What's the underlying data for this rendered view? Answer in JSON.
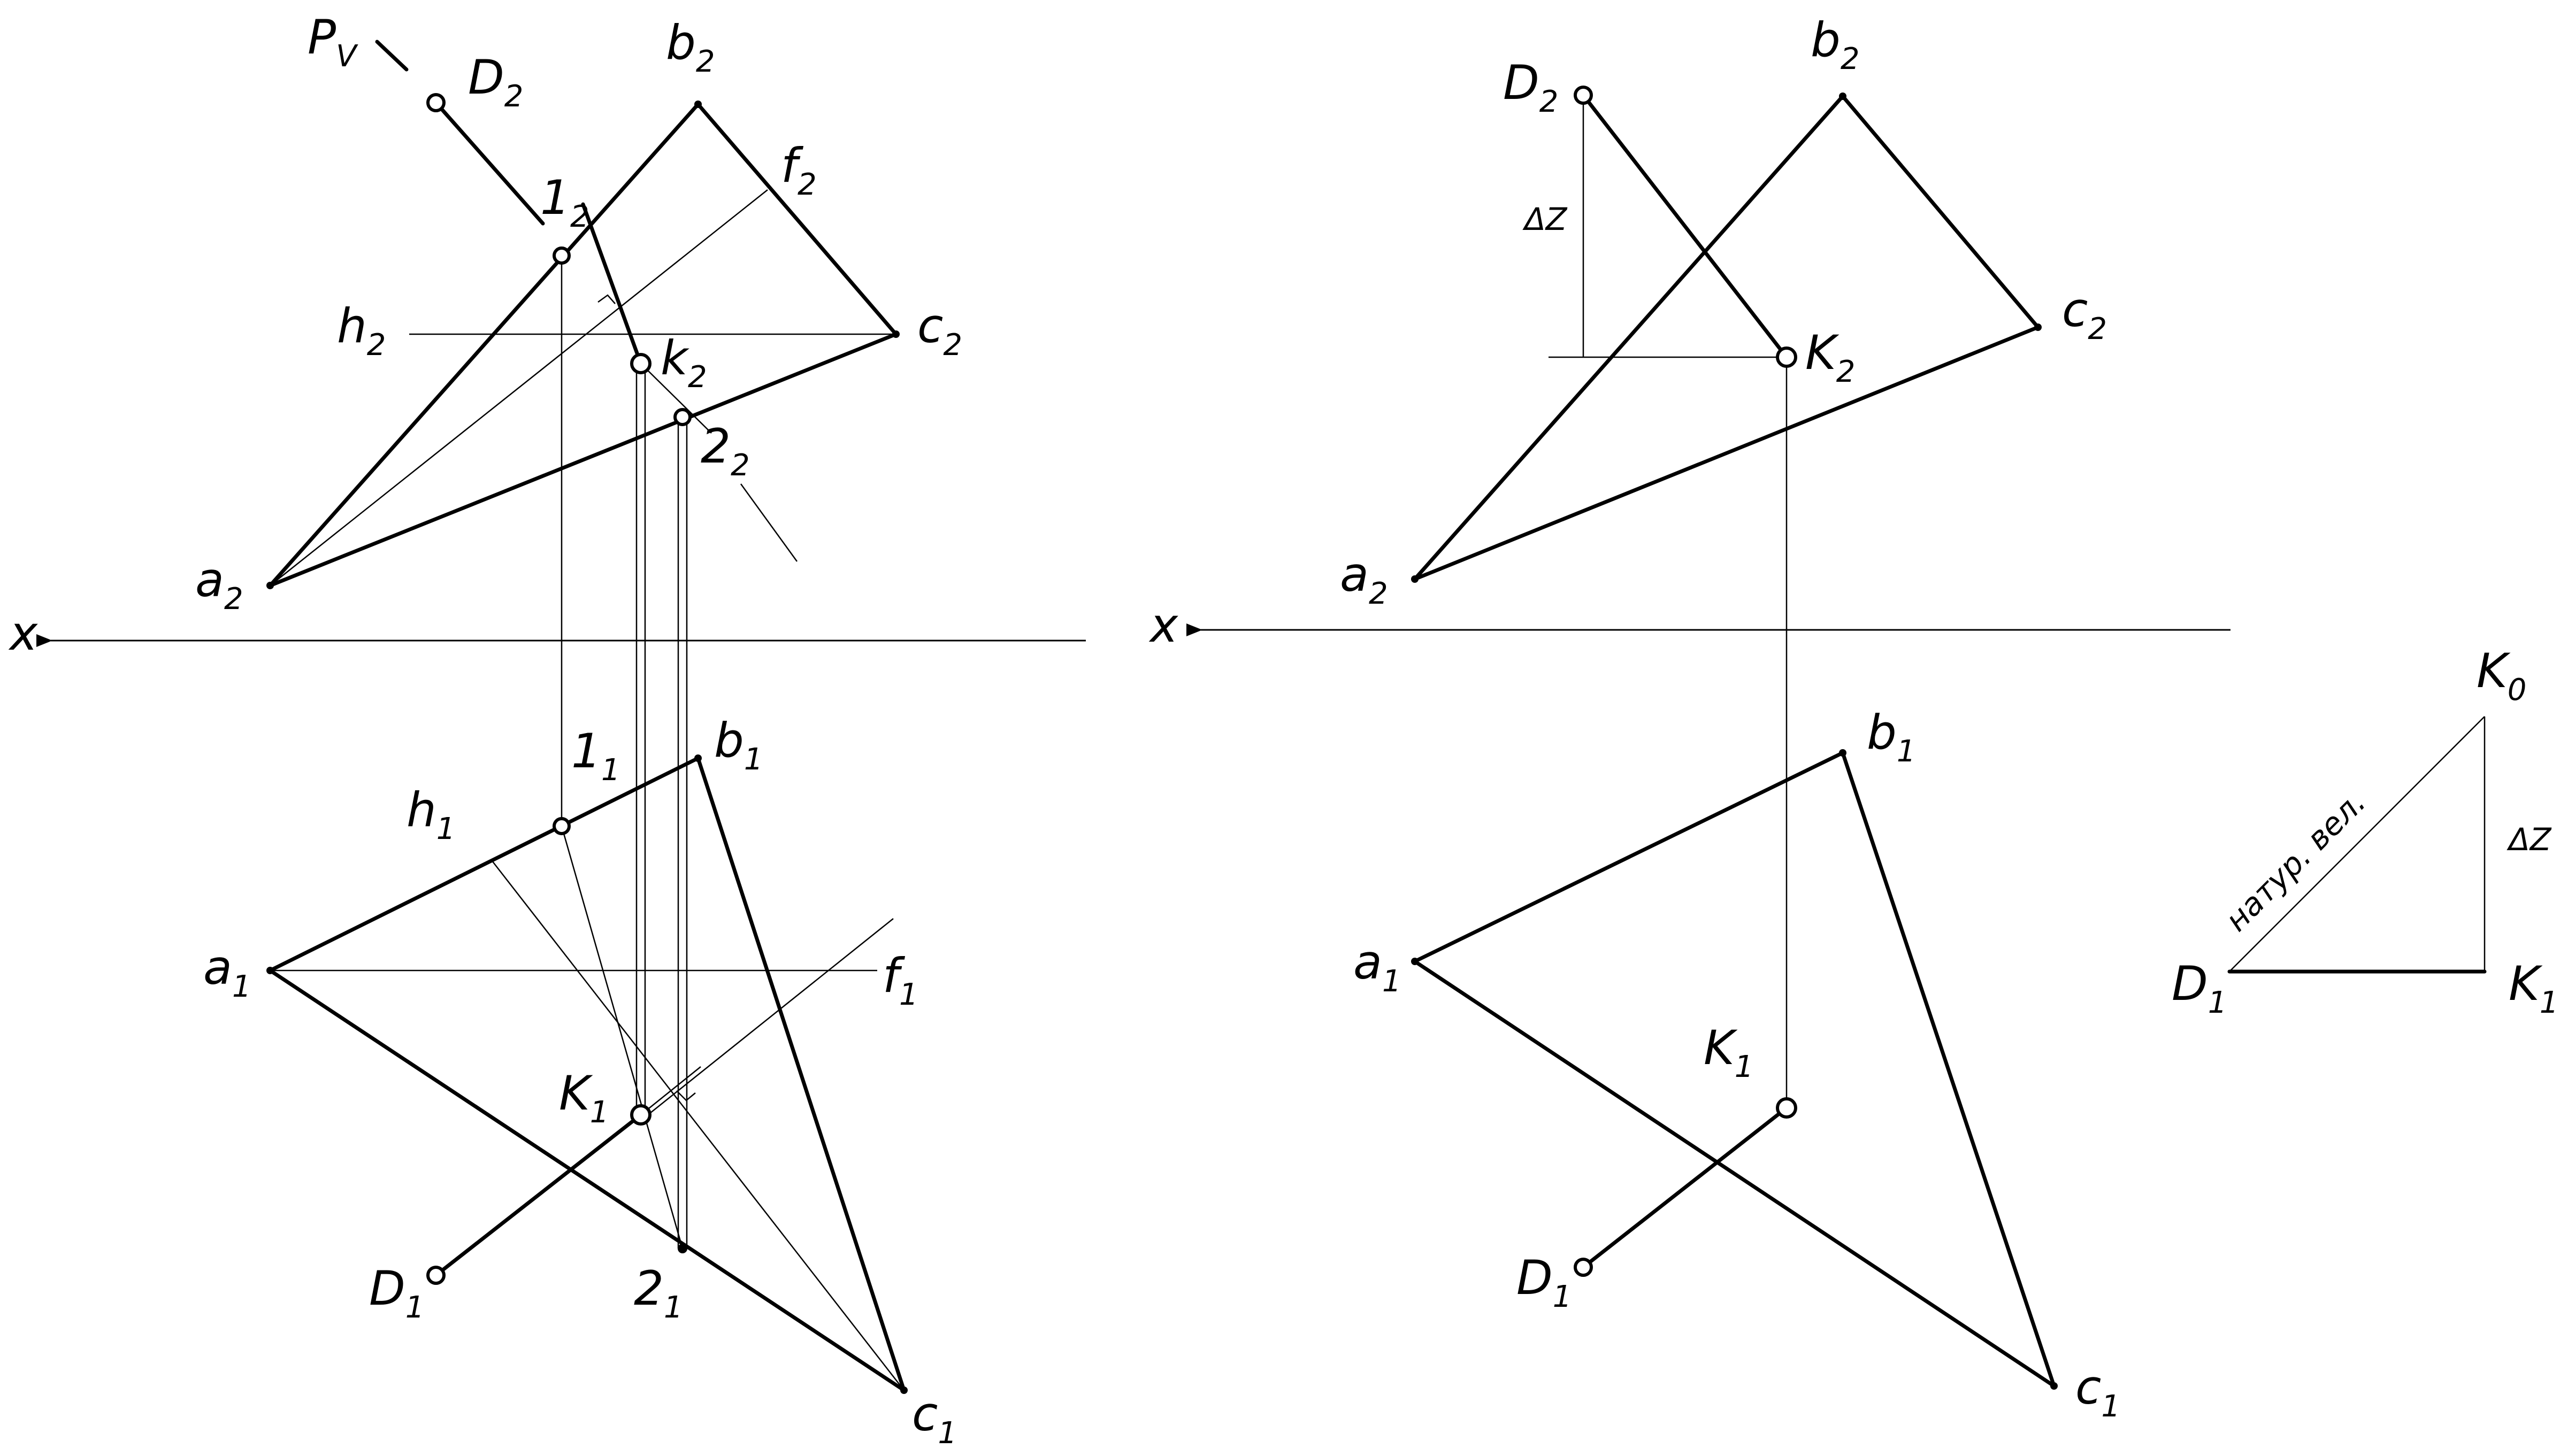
{
  "drawing": {
    "left": {
      "axis_label": "x",
      "trace_label_main": "P",
      "trace_label_sub": "V",
      "labels": [
        {
          "key": "D2",
          "main": "D",
          "sub": "2"
        },
        {
          "key": "b2",
          "main": "b",
          "sub": "2"
        },
        {
          "key": "f2",
          "main": "f",
          "sub": "2"
        },
        {
          "key": "12",
          "main": "1",
          "sub": "2"
        },
        {
          "key": "h2",
          "main": "h",
          "sub": "2"
        },
        {
          "key": "c2",
          "main": "c",
          "sub": "2"
        },
        {
          "key": "k2",
          "main": "k",
          "sub": "2"
        },
        {
          "key": "22",
          "main": "2",
          "sub": "2"
        },
        {
          "key": "a2",
          "main": "a",
          "sub": "2"
        },
        {
          "key": "11",
          "main": "1",
          "sub": "1"
        },
        {
          "key": "b1",
          "main": "b",
          "sub": "1"
        },
        {
          "key": "h1",
          "main": "h",
          "sub": "1"
        },
        {
          "key": "a1",
          "main": "a",
          "sub": "1"
        },
        {
          "key": "f1",
          "main": "f",
          "sub": "1"
        },
        {
          "key": "K1",
          "main": "K",
          "sub": "1"
        },
        {
          "key": "D1",
          "main": "D",
          "sub": "1"
        },
        {
          "key": "21",
          "main": "2",
          "sub": "1"
        },
        {
          "key": "c1",
          "main": "c",
          "sub": "1"
        }
      ]
    },
    "right": {
      "axis_label": "x",
      "delta_z_label": "ΔZ",
      "true_size_label": "натур. вел.",
      "labels": [
        {
          "key": "D2",
          "main": "D",
          "sub": "2"
        },
        {
          "key": "b2",
          "main": "b",
          "sub": "2"
        },
        {
          "key": "c2",
          "main": "c",
          "sub": "2"
        },
        {
          "key": "K2",
          "main": "K",
          "sub": "2"
        },
        {
          "key": "a2",
          "main": "a",
          "sub": "2"
        },
        {
          "key": "b1",
          "main": "b",
          "sub": "1"
        },
        {
          "key": "a1",
          "main": "a",
          "sub": "1"
        },
        {
          "key": "K1",
          "main": "K",
          "sub": "1"
        },
        {
          "key": "D1",
          "main": "D",
          "sub": "1"
        },
        {
          "key": "c1",
          "main": "c",
          "sub": "1"
        },
        {
          "key": "K0",
          "main": "K",
          "sub": "0"
        },
        {
          "key": "D1t",
          "main": "D",
          "sub": "1"
        },
        {
          "key": "K1t",
          "main": "K",
          "sub": "1"
        }
      ]
    }
  }
}
